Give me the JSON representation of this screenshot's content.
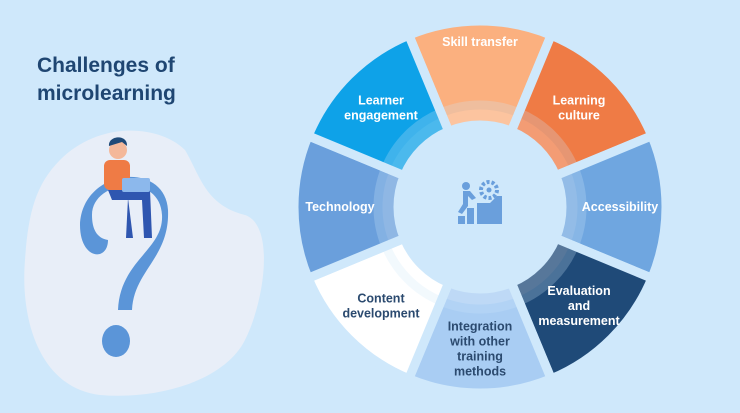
{
  "title_line1": "Challenges of",
  "title_line2": "microlearning",
  "center_icon": "person-climbing-steps-gear-icon",
  "segments": [
    {
      "label": [
        "Skill transfer"
      ],
      "color": "#fbb07f",
      "text_color": "#ffffff"
    },
    {
      "label": [
        "Learning",
        "culture"
      ],
      "color": "#ef7b45",
      "text_color": "#ffffff"
    },
    {
      "label": [
        "Accessibility"
      ],
      "color": "#6fa6e0",
      "text_color": "#ffffff"
    },
    {
      "label": [
        "Evaluation",
        "and",
        "measurement"
      ],
      "color": "#1f4a78",
      "text_color": "#ffffff"
    },
    {
      "label": [
        "Integration",
        "with other",
        "training",
        "methods"
      ],
      "color": "#a9cdf3",
      "text_color": "#2b4a6f"
    },
    {
      "label": [
        "Content",
        "development"
      ],
      "color": "#ffffff",
      "text_color": "#2b4a6f"
    },
    {
      "label": [
        "Technology"
      ],
      "color": "#6a9fdc",
      "text_color": "#ffffff"
    },
    {
      "label": [
        "Learner",
        "engagement"
      ],
      "color": "#0ea2e8",
      "text_color": "#ffffff"
    }
  ],
  "colors": {
    "background": "#cfe8fb",
    "title": "#1f4672",
    "center": "#cfe8fb",
    "icon": "#6a9fdc"
  }
}
